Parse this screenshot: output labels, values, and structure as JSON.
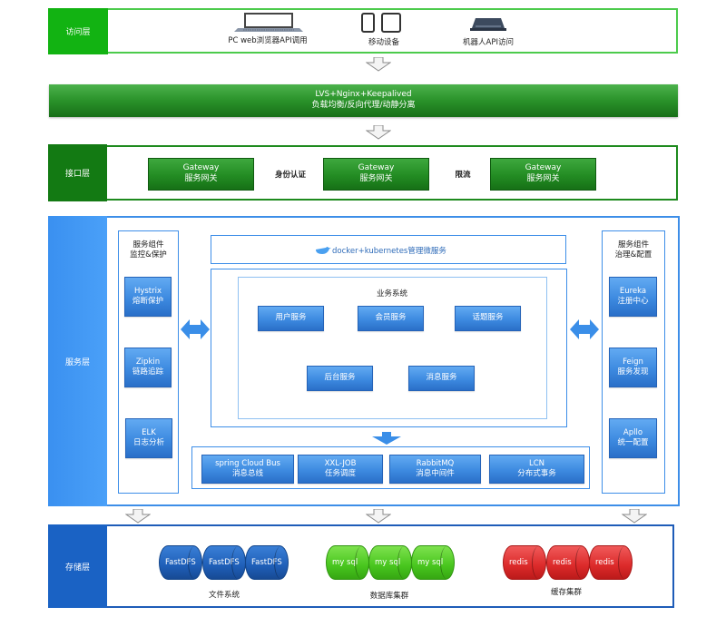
{
  "title": "微服务架构图",
  "access_layer": {
    "label": "访问层",
    "clients": [
      {
        "icon": "laptop-icon",
        "label": "PC web浏览器API调用"
      },
      {
        "icon": "mobile-devices-icon",
        "label": "移动设备"
      },
      {
        "icon": "robot-terminal-icon",
        "label": "机器人API访问"
      }
    ]
  },
  "load_balancer": {
    "line1": "LVS+Nginx+Keepalived",
    "line2": "负载均衡/反向代理/动静分离"
  },
  "interface_layer": {
    "label": "接口层",
    "gateways": [
      {
        "line1": "Gateway",
        "line2": "服务网关"
      },
      {
        "line1": "Gateway",
        "line2": "服务网关"
      },
      {
        "line1": "Gateway",
        "line2": "服务网关"
      }
    ],
    "features": [
      "身份认证",
      "限流"
    ]
  },
  "service_layer": {
    "label": "服务层",
    "container_banner": "docker+kubernetes管理微服务",
    "left_panel": {
      "title_line1": "服务组件",
      "title_line2": "监控&保护",
      "items": [
        {
          "line1": "Hystrix",
          "line2": "熔断保护"
        },
        {
          "line1": "Zipkin",
          "line2": "链路追踪"
        },
        {
          "line1": "ELK",
          "line2": "日志分析"
        }
      ]
    },
    "right_panel": {
      "title_line1": "服务组件",
      "title_line2": "治理&配置",
      "items": [
        {
          "line1": "Eureka",
          "line2": "注册中心"
        },
        {
          "line1": "Feign",
          "line2": "服务发现"
        },
        {
          "line1": "Apllo",
          "line2": "统一配置"
        }
      ]
    },
    "business_system": {
      "title": "业务系统",
      "services": [
        "用户服务",
        "会员服务",
        "话题服务",
        "后台服务",
        "消息服务"
      ]
    },
    "middleware": [
      {
        "line1": "spring Cloud Bus",
        "line2": "消息总线"
      },
      {
        "line1": "XXL-JOB",
        "line2": "任务调度"
      },
      {
        "line1": "RabbitMQ",
        "line2": "消息中间件"
      },
      {
        "line1": "LCN",
        "line2": "分布式事务"
      }
    ]
  },
  "storage_layer": {
    "label": "存储层",
    "groups": [
      {
        "caption": "文件系统",
        "nodes": [
          "FastDFS",
          "FastDFS",
          "FastDFS"
        ],
        "color": "#1f5fb8"
      },
      {
        "caption": "数据库集群",
        "nodes": [
          "my sql",
          "my sql",
          "my sql"
        ],
        "color": "#48c61e"
      },
      {
        "caption": "缓存集群",
        "nodes": [
          "redis",
          "redis",
          "redis"
        ],
        "color": "#dc2a2a"
      }
    ]
  },
  "colors": {
    "access_green": "#12b312",
    "interface_green": "#137a13",
    "service_blue": "#3a90f0",
    "storage_blue": "#1a62c4"
  }
}
